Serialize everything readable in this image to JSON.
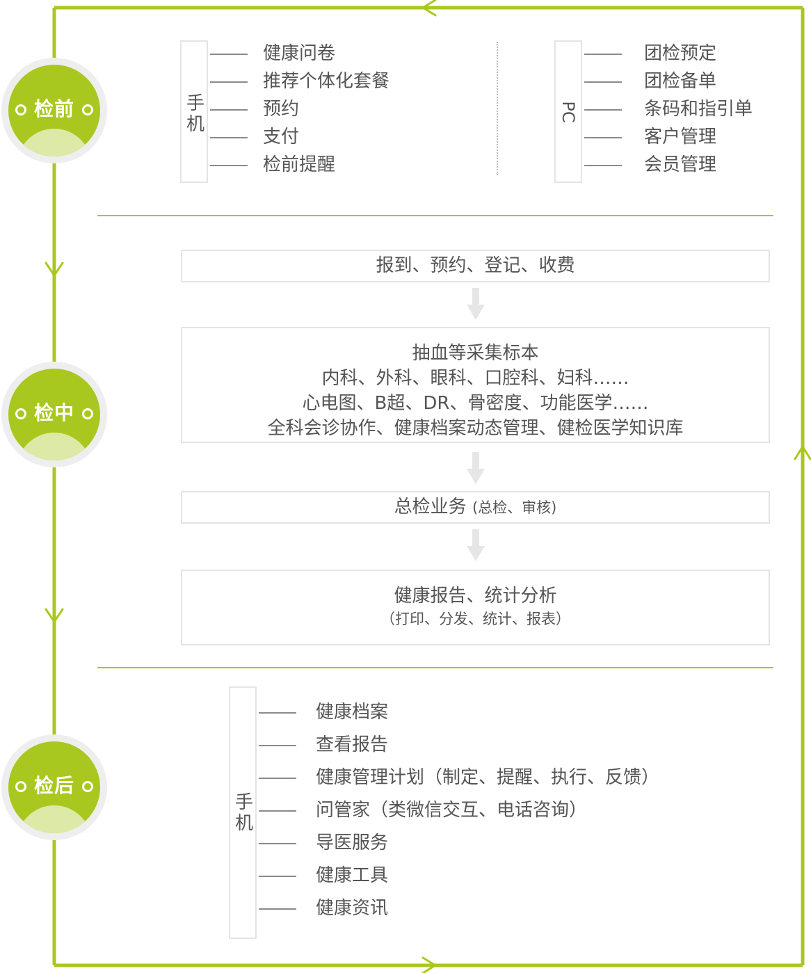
{
  "stages": {
    "before": "检前",
    "during": "检中",
    "after": "检后"
  },
  "before": {
    "mobile_tab": "手机",
    "mobile_items": [
      "健康问卷",
      "推荐个体化套餐",
      "预约",
      "支付",
      "检前提醒"
    ],
    "pc_tab": "PC",
    "pc_items": [
      "团检预定",
      "团检备单",
      "条码和指引单",
      "客户管理",
      "会员管理"
    ]
  },
  "during": {
    "box1": "报到、预约、登记、收费",
    "box2_lines": [
      "抽血等采集标本",
      "内科、外科、眼科、口腔科、妇科……",
      "心电图、B超、DR、骨密度、功能医学……",
      "全科会诊协作、健康档案动态管理、健检医学知识库"
    ],
    "box3_main": "总检业务",
    "box3_sub": "(总检、审核)",
    "box4_main": "健康报告、统计分析",
    "box4_sub": "（打印、分发、统计、报表）"
  },
  "after": {
    "mobile_tab": "手机",
    "items": [
      "健康档案",
      "查看报告",
      "健康管理计划（制定、提醒、执行、反馈）",
      "问管家（类微信交互、电话咨询）",
      "导医服务",
      "健康工具",
      "健康资讯"
    ]
  },
  "colors": {
    "accent_green": "#a8c81f",
    "light_green": "#dde9a6",
    "border_gray": "#e4e4e4",
    "text_gray": "#555555"
  }
}
